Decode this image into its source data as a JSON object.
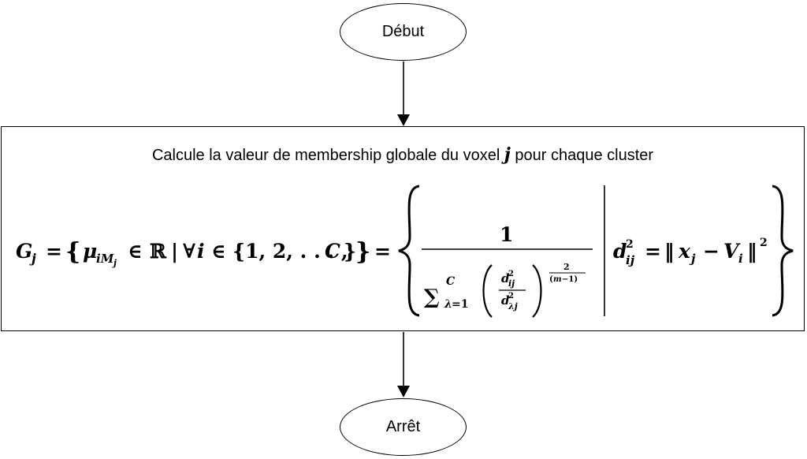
{
  "nodes": {
    "start": "Début",
    "process_title": "Calcule la valeur de membership globale du voxel",
    "process_title_var": "j",
    "process_title_suffix": "pour chaque cluster",
    "end": "Arrêt"
  },
  "formula": {
    "lhs": "G_j = {μ_{iM_j} ∈ ℝ | ∀i ∈ {1, 2, …, C}} =",
    "numerator": "1",
    "denominator": "Σ_{λ=1}^{C} (d²_{ij} / d²_{λj})^{2/(m−1)}",
    "condition": "d²_{ij} = ‖x_j − V_i‖²"
  }
}
